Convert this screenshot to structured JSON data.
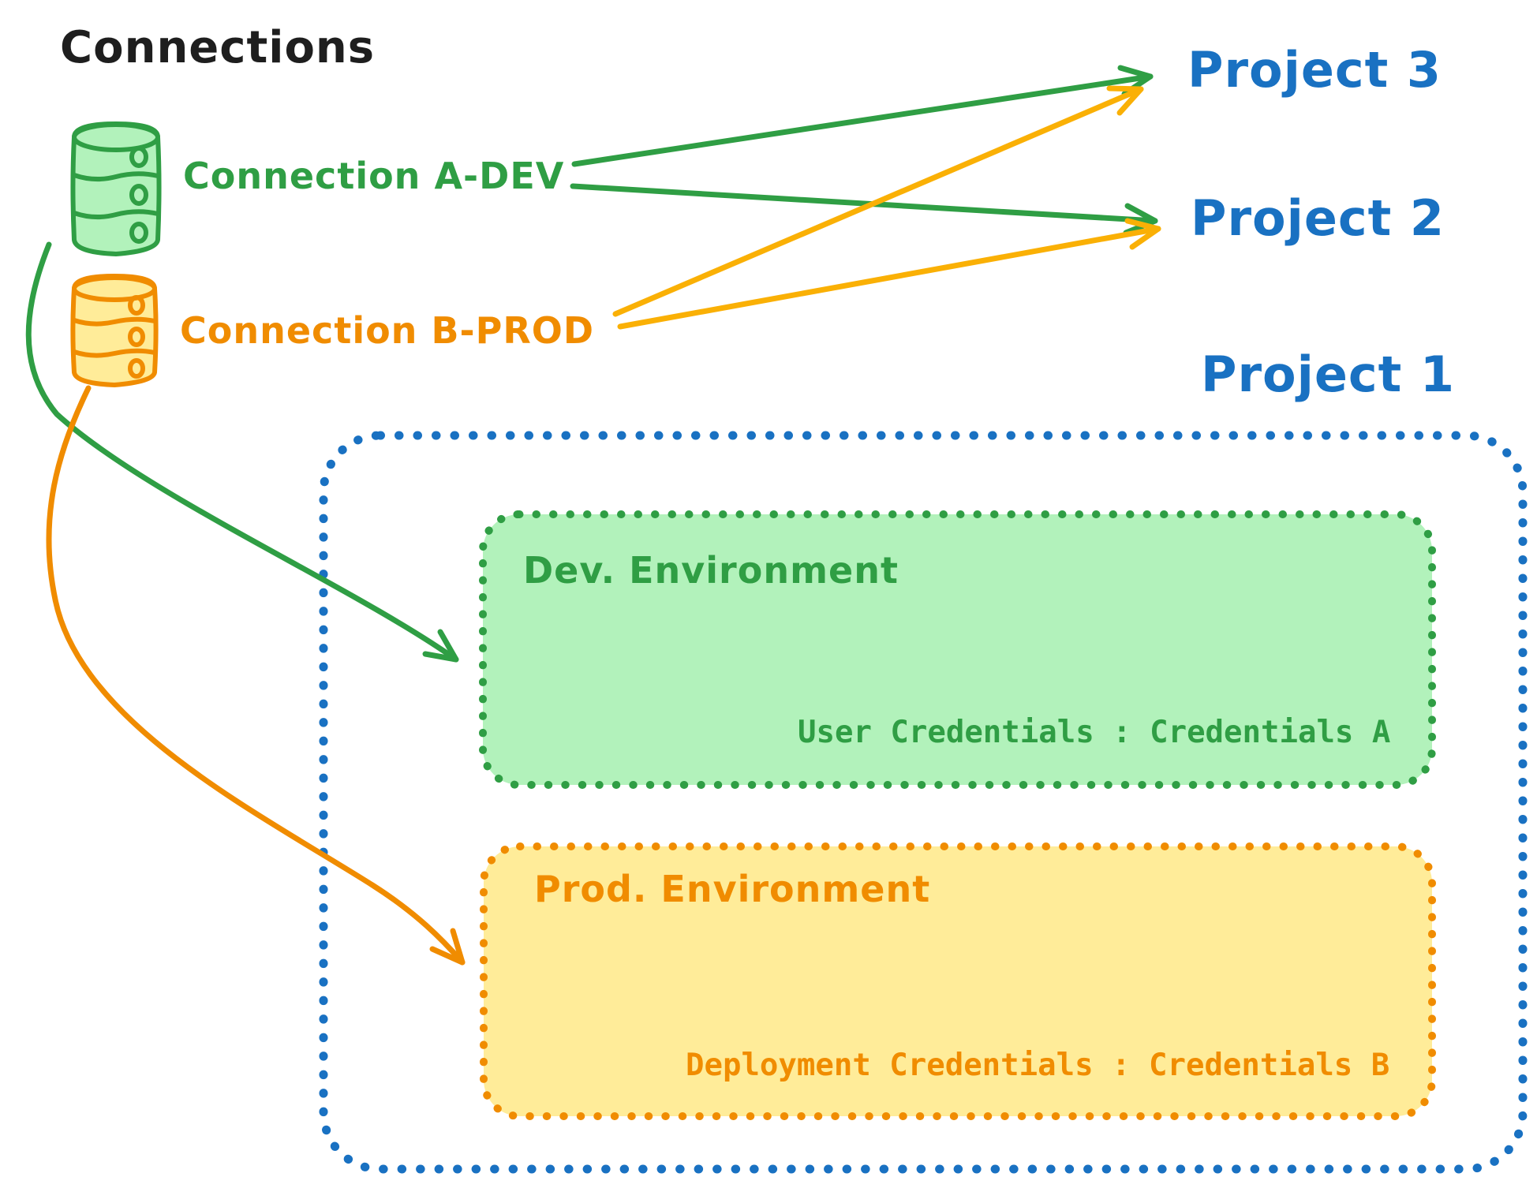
{
  "title": "Connections",
  "colors": {
    "ink": "#1e1e1e",
    "green": "#2f9e44",
    "green_fill": "#b2f2bb",
    "orange": "#f08c00",
    "orange_fill": "#ffec99",
    "amber_arrow": "#fab005",
    "blue": "#1971c2"
  },
  "connections": [
    {
      "label": "Connection A-DEV",
      "icon": "database-icon",
      "color": "#2f9e44"
    },
    {
      "label": "Connection B-PROD",
      "icon": "database-icon",
      "color": "#f08c00"
    }
  ],
  "projects": [
    {
      "label": "Project 3"
    },
    {
      "label": "Project 2"
    },
    {
      "label": "Project 1"
    }
  ],
  "project1": {
    "dev_environment": {
      "title": "Dev. Environment",
      "credentials_line": "User Credentials : Credentials A"
    },
    "prod_environment": {
      "title": "Prod. Environment",
      "credentials_line": "Deployment Credentials : Credentials B"
    }
  },
  "edges": [
    {
      "from": "Connection A-DEV",
      "to": "Project 3",
      "style": "green-arrow"
    },
    {
      "from": "Connection A-DEV",
      "to": "Project 2",
      "style": "green-arrow"
    },
    {
      "from": "Connection B-PROD",
      "to": "Project 3",
      "style": "amber-arrow"
    },
    {
      "from": "Connection B-PROD",
      "to": "Project 2",
      "style": "amber-arrow"
    },
    {
      "from": "Connection A-DEV",
      "to": "Dev. Environment (Project 1)",
      "style": "green-curved-arrow"
    },
    {
      "from": "Connection B-PROD",
      "to": "Prod. Environment (Project 1)",
      "style": "orange-curved-arrow"
    }
  ]
}
